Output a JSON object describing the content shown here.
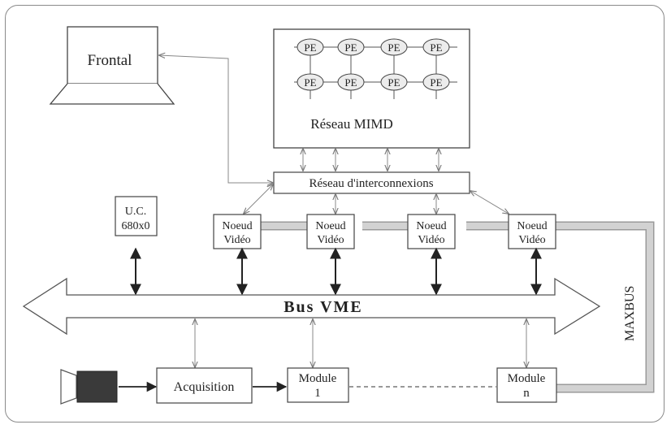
{
  "frontal": {
    "label": "Frontal"
  },
  "mimd": {
    "label": "Réseau MIMD",
    "pe_label": "PE",
    "rows": 2,
    "cols": 4
  },
  "interconnect": {
    "label": "Réseau d'interconnexions"
  },
  "uc": {
    "line1": "U.C.",
    "line2": "680x0"
  },
  "video_nodes": [
    {
      "line1": "Noeud",
      "line2": "Vidéo"
    },
    {
      "line1": "Noeud",
      "line2": "Vidéo"
    },
    {
      "line1": "Noeud",
      "line2": "Vidéo"
    },
    {
      "line1": "Noeud",
      "line2": "Vidéo"
    }
  ],
  "bus": {
    "label": "Bus VME"
  },
  "maxbus": {
    "label": "MAXBUS"
  },
  "acquisition": {
    "label": "Acquisition"
  },
  "module1": {
    "line1": "Module",
    "line2": "1"
  },
  "modulen": {
    "line1": "Module",
    "line2": "n"
  },
  "colors": {
    "line": "#333333",
    "light_arrow": "#8a8a8a",
    "maxbus_fill": "#c8c8c8",
    "camera_body": "#3a3a3a",
    "pe_fill": "#ececec"
  }
}
